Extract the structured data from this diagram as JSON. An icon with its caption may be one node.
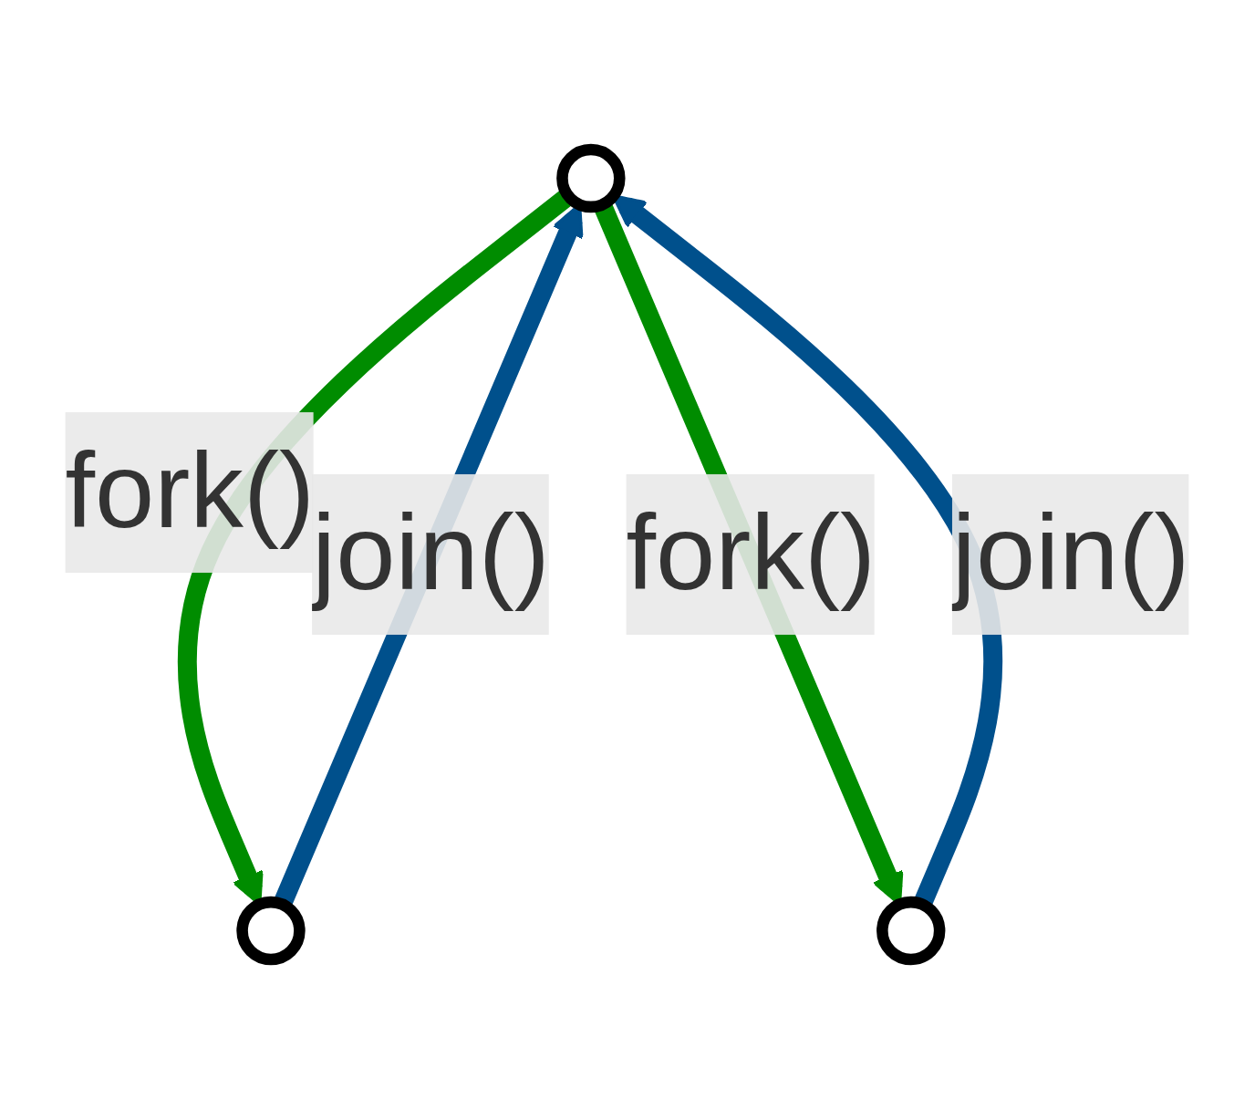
{
  "diagram": {
    "nodes": [
      {
        "text": [],
        "shape": "circle"
      },
      {
        "text": [],
        "shape": "circle"
      },
      {
        "text": [],
        "shape": "circle"
      }
    ],
    "edges": [
      {
        "from": 0,
        "to": 1,
        "arrow": "to",
        "label": "fork()",
        "color": "#008c00"
      },
      {
        "from": 0,
        "to": 2,
        "arrow": "to",
        "label": "fork()",
        "color": "#008c00"
      },
      {
        "from": 1,
        "to": 0,
        "arrow": "to",
        "label": "join()",
        "color": "#00508c"
      },
      {
        "from": 2,
        "to": 0,
        "arrow": "to",
        "label": "join()",
        "color": "#00508c"
      }
    ]
  }
}
